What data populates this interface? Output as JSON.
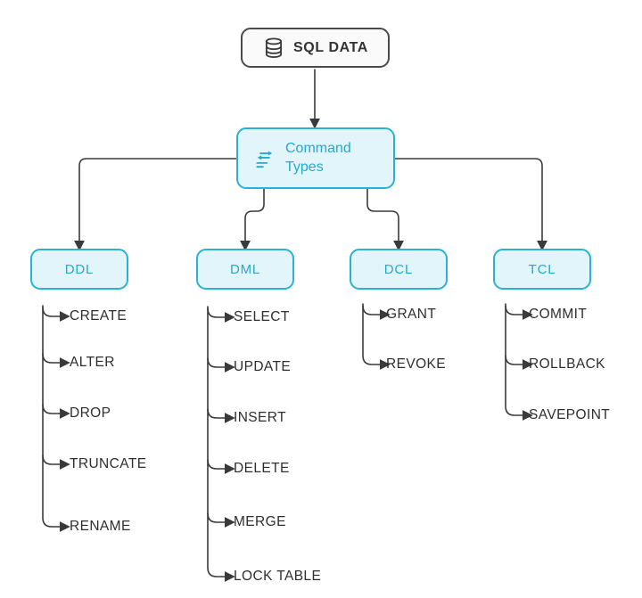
{
  "root": {
    "label": "SQL DATA",
    "icon": "database-icon"
  },
  "hub": {
    "label": "Command Types",
    "icon": "command-types-icon"
  },
  "columns": [
    {
      "label": "DDL",
      "items": [
        "CREATE",
        "ALTER",
        "DROP",
        "TRUNCATE",
        "RENAME"
      ]
    },
    {
      "label": "DML",
      "items": [
        "SELECT",
        "UPDATE",
        "INSERT",
        "DELETE",
        "MERGE",
        "LOCK TABLE"
      ]
    },
    {
      "label": "DCL",
      "items": [
        "GRANT",
        "REVOKE"
      ]
    },
    {
      "label": "TCL",
      "items": [
        "COMMIT",
        "ROLLBACK",
        "SAVEPOINT"
      ]
    }
  ],
  "colors": {
    "accent_border": "#29b2d6",
    "accent_text": "#29a7cd",
    "box_fill": "#e2f5fb",
    "root_border": "#4a4a4a",
    "root_fill": "#fafafa",
    "line": "#3a3a3a",
    "item_text": "#2e2e2e"
  }
}
